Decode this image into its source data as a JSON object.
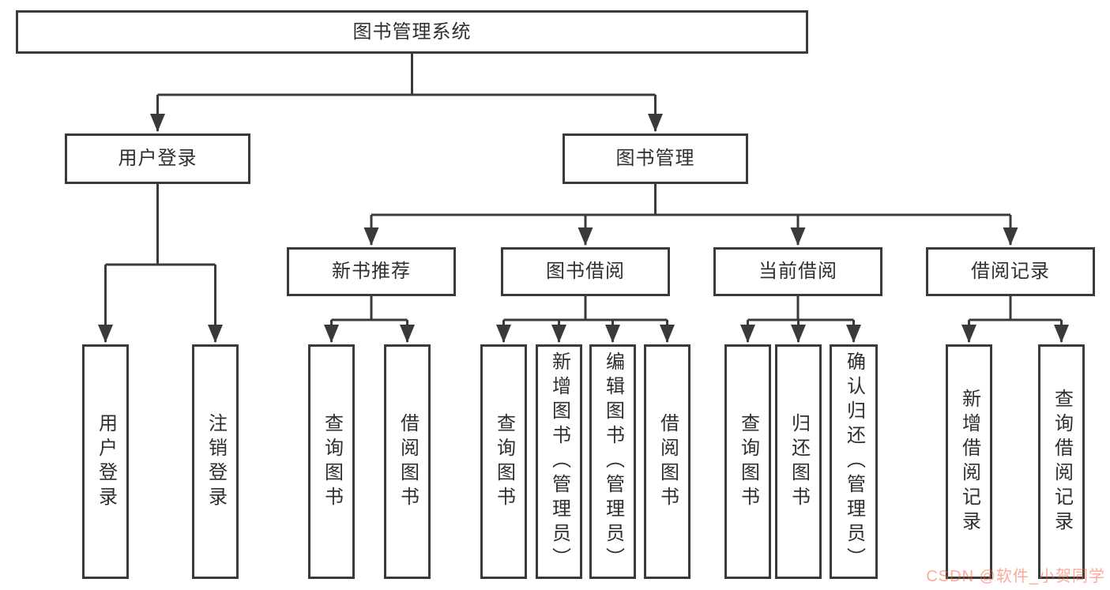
{
  "diagram_title": "图书管理系统",
  "tree": {
    "label": "图书管理系统",
    "children": [
      {
        "label": "用户登录",
        "children": [
          {
            "label": "用户登录"
          },
          {
            "label": "注销登录"
          }
        ]
      },
      {
        "label": "图书管理",
        "children": [
          {
            "label": "新书推荐",
            "children": [
              {
                "label": "查询图书"
              },
              {
                "label": "借阅图书"
              }
            ]
          },
          {
            "label": "图书借阅",
            "children": [
              {
                "label": "查询图书"
              },
              {
                "label": "新增图书（管理员）"
              },
              {
                "label": "编辑图书（管理员）"
              },
              {
                "label": "借阅图书"
              }
            ]
          },
          {
            "label": "当前借阅",
            "children": [
              {
                "label": "查询图书"
              },
              {
                "label": "归还图书"
              },
              {
                "label": "确认归还（管理员）"
              }
            ]
          },
          {
            "label": "借阅记录",
            "children": [
              {
                "label": "新增借阅记录"
              },
              {
                "label": "查询借阅记录"
              }
            ]
          }
        ]
      }
    ]
  },
  "watermark": {
    "text": "CSDN @软件_小贺同学",
    "color": "#FC5531"
  },
  "colors": {
    "line": "#3a3a3a",
    "box_border": "#3a3a3a",
    "box_fill": "#ffffff",
    "text": "#2f2f2f",
    "background": "#ffffff"
  }
}
